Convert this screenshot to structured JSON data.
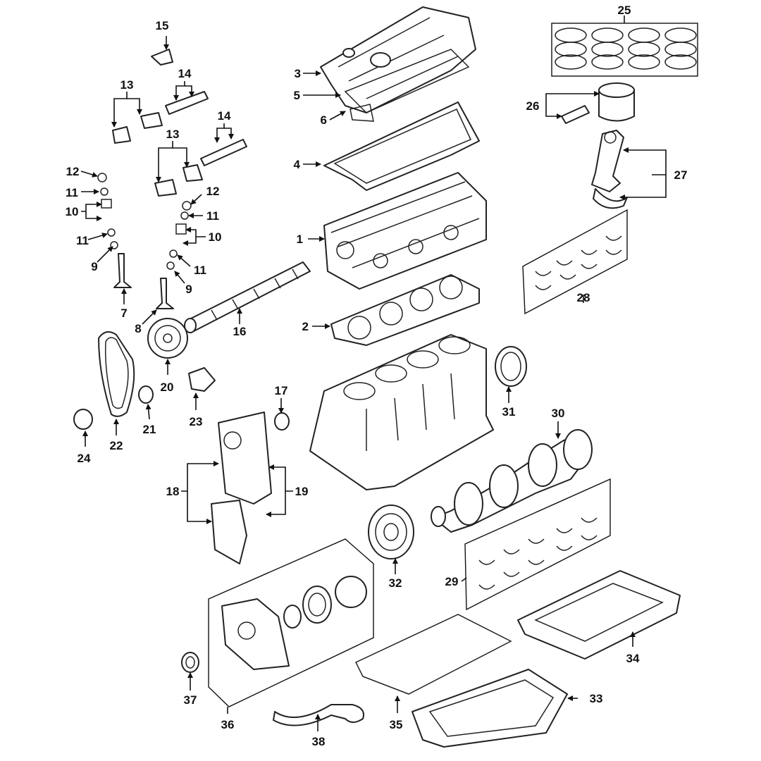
{
  "callouts": {
    "c1": "1",
    "c2": "2",
    "c3": "3",
    "c4": "4",
    "c5": "5",
    "c6": "6",
    "c7": "7",
    "c8": "8",
    "c9a": "9",
    "c9b": "9",
    "c10a": "10",
    "c10b": "10",
    "c11a": "11",
    "c11b": "11",
    "c11c": "11",
    "c11d": "11",
    "c12a": "12",
    "c12b": "12",
    "c13a": "13",
    "c13b": "13",
    "c14a": "14",
    "c14b": "14",
    "c15": "15",
    "c16": "16",
    "c17": "17",
    "c18": "18",
    "c19": "19",
    "c20": "20",
    "c21": "21",
    "c22": "22",
    "c23": "23",
    "c24": "24",
    "c25": "25",
    "c26": "26",
    "c27": "27",
    "c28": "28",
    "c29": "29",
    "c30": "30",
    "c31": "31",
    "c32": "32",
    "c33": "33",
    "c34": "34",
    "c35": "35",
    "c36": "36",
    "c37": "37",
    "c38": "38"
  }
}
